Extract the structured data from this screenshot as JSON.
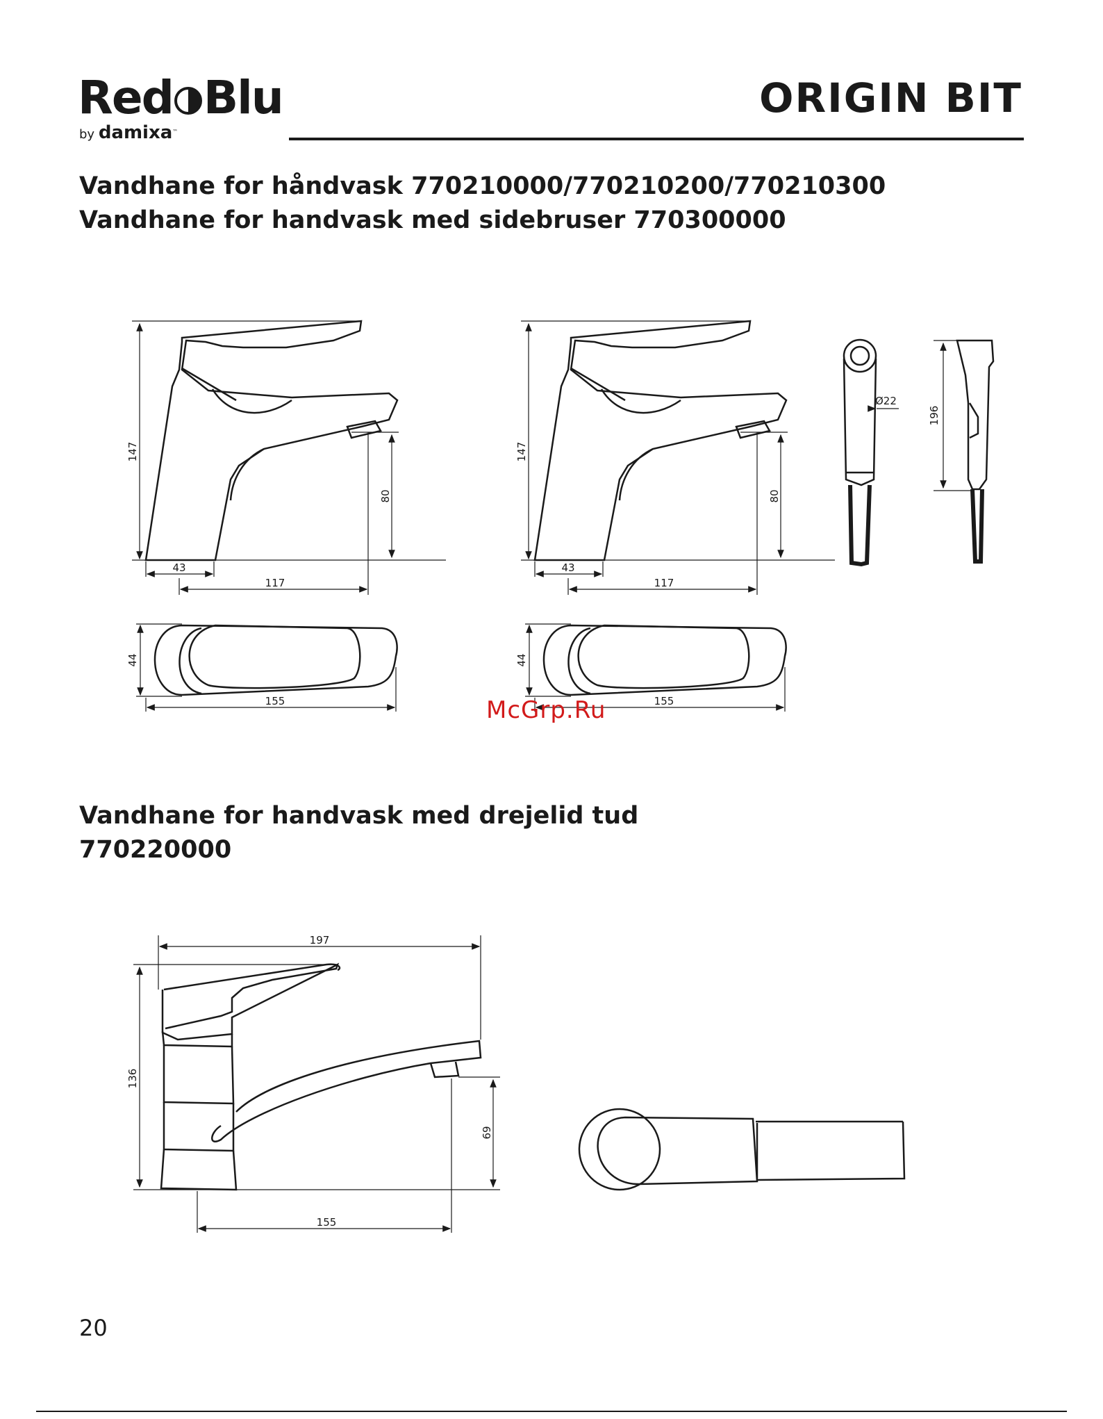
{
  "header": {
    "brand_left": "Red",
    "brand_right": "Blu",
    "brand_by": "by",
    "brand_sub": "damixa",
    "product": "ORIGIN BIT"
  },
  "section1": {
    "line1": "Vandhane for håndvask 770210000/770210200/770210300",
    "line2": "Vandhane for handvask med sidebruser 770300000"
  },
  "section2": {
    "line1": "Vandhane for handvask med drejelid tud",
    "line2": "770220000"
  },
  "dims": {
    "a_height": "147",
    "a_spout": "80",
    "a_base": "43",
    "a_reach": "117",
    "a_top_width": "44",
    "a_top_length": "155",
    "b_height": "147",
    "b_spout": "80",
    "b_base": "43",
    "b_reach": "117",
    "b_top_width": "44",
    "b_top_length": "155",
    "shower_diameter": "Ø22",
    "shower_length": "196",
    "c_length": "197",
    "c_height": "136",
    "c_spout": "69",
    "c_reach": "155"
  },
  "watermark": "McGrp.Ru",
  "page_number": "20"
}
